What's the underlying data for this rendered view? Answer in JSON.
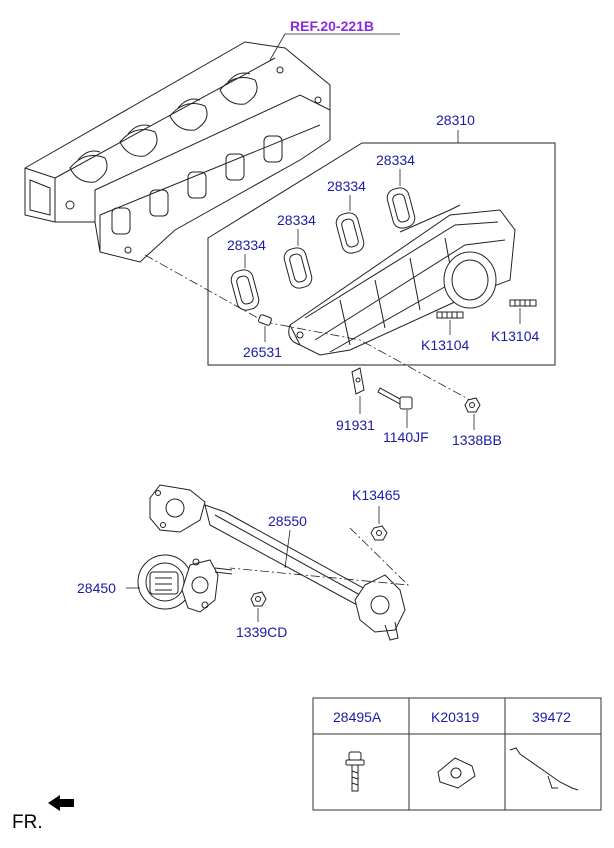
{
  "reference_label": "REF.20-221B",
  "callouts": {
    "manifold_assembly": "28310",
    "gasket_1": "28334",
    "gasket_2": "28334",
    "gasket_3": "28334",
    "gasket_4": "28334",
    "pin": "26531",
    "stud_1": "K13104",
    "stud_2": "K13104",
    "bracket": "91931",
    "bolt": "1140JF",
    "nut_manifold": "1338BB",
    "egr_pipe": "28550",
    "egr_pipe_bolt": "K13465",
    "egr_valve": "28450",
    "nut_egr": "1339CD"
  },
  "legend_table": {
    "headers": [
      "28495A",
      "K20319",
      "39472"
    ],
    "icons": [
      "flange-bolt-icon",
      "gasket-plate-icon",
      "wire-clip-icon"
    ]
  },
  "front_indicator": {
    "label": "FR.",
    "icon": "front-direction-arrow-icon"
  },
  "colors": {
    "label_text": "#1a1aa8",
    "reference_text": "#8a2be2",
    "line_art": "#222222"
  }
}
